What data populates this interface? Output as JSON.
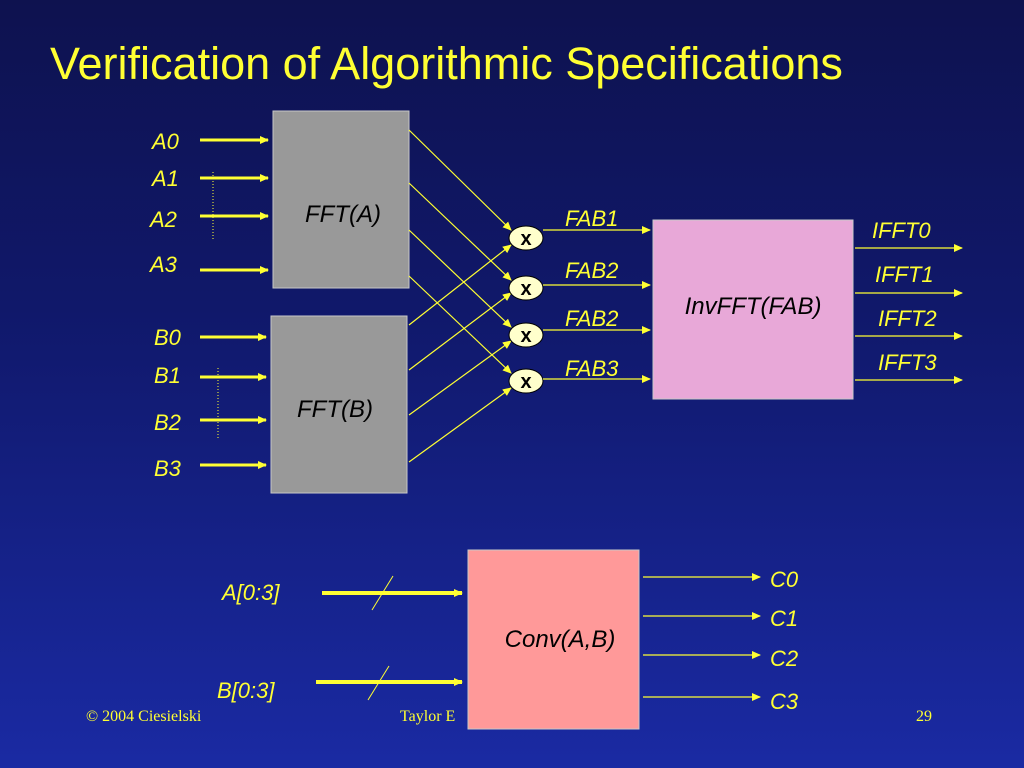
{
  "slide": {
    "title": "Verification of Algorithmic Specifications",
    "footer": {
      "left": "© 2004 Ciesielski",
      "center": "Taylor E",
      "page": "29"
    }
  },
  "diagram": {
    "fft_a": {
      "label": "FFT(A)",
      "inputs": [
        "A0",
        "A1",
        "A2",
        "A3"
      ]
    },
    "fft_b": {
      "label": "FFT(B)",
      "inputs": [
        "B0",
        "B1",
        "B2",
        "B3"
      ]
    },
    "multiplier_symbol": "x",
    "products": [
      "FAB1",
      "FAB2",
      "FAB2",
      "FAB3"
    ],
    "invfft": {
      "label": "InvFFT(FAB)",
      "outputs": [
        "IFFT0",
        "IFFT1",
        "IFFT2",
        "IFFT3"
      ]
    },
    "conv": {
      "label": "Conv(A,B)",
      "inputs": [
        "A[0:3]",
        "B[0:3]"
      ],
      "outputs": [
        "C0",
        "C1",
        "C2",
        "C3"
      ]
    }
  },
  "colors": {
    "background_top": "#0e124f",
    "background_bottom": "#1a2aa3",
    "text_and_wires": "#ffff33",
    "fft_block": "#999999",
    "invfft_block": "#e8a8d8",
    "conv_block": "#ff9999",
    "multiplier_node": "#ffffcc"
  }
}
